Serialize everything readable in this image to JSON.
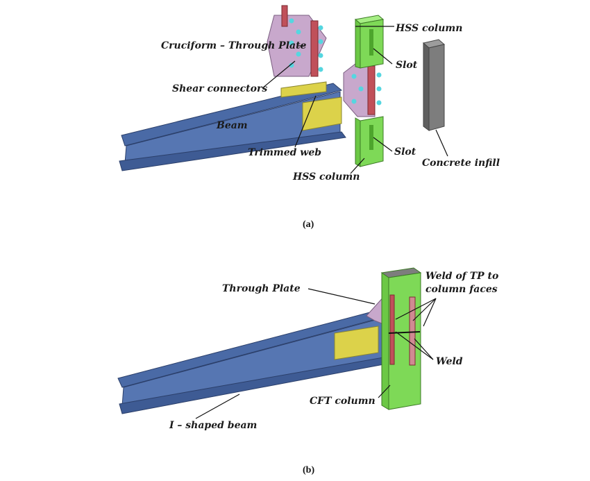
{
  "figure_a": {
    "caption": "(a)",
    "labels": {
      "hss_column_top": "HSS column",
      "cruciform": "Cruciform – Through Plate",
      "slot_top": "Slot",
      "shear_connectors": "Shear connectors",
      "beam": "Beam",
      "trimmed_web": "Trimmed web",
      "slot_bottom": "Slot",
      "concrete_infill": "Concrete infill",
      "hss_column_bottom": "HSS column"
    }
  },
  "figure_b": {
    "caption": "(b)",
    "labels": {
      "through_plate": "Through Plate",
      "weld_tp_line1": "Weld of TP to",
      "weld_tp_line2": "column faces",
      "weld": "Weld",
      "cft_column": "CFT column",
      "i_beam": "I – shaped beam"
    }
  },
  "colors": {
    "beam_blue": "#3f5f9a",
    "column_green": "#7ed957",
    "plate_pink": "#c8a8cc",
    "plate_red": "#c0505a",
    "infill_grey": "#7d7d7d",
    "web_yellow": "#dcd24a",
    "stud_cyan": "#55d6e0"
  }
}
